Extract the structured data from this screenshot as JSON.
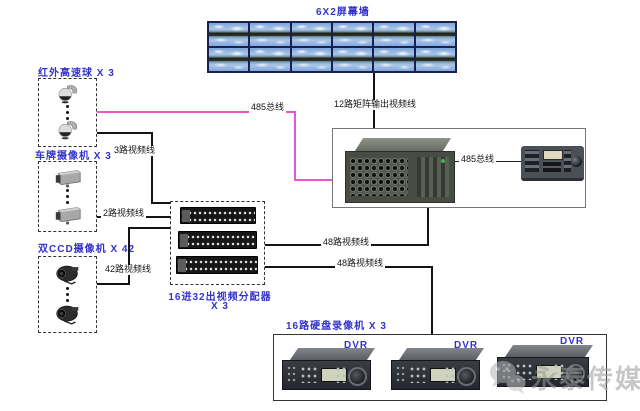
{
  "colors": {
    "label_blue": "#3333cc",
    "line_black": "#141414",
    "bus_magenta": "#ee55cc",
    "monitor_frame": "#1a2150",
    "watermark_gray": "#9a9a9a"
  },
  "screen_wall": {
    "title": "6X2屏幕墙",
    "rows": 2,
    "cols": 6
  },
  "cables": {
    "bus485_top": "485总线",
    "matrix_out": "12路矩阵输出视频线",
    "video3": "3路视频线",
    "video2": "2路视频线",
    "video42": "42路视频线",
    "video48_up": "48路视频线",
    "video48_down": "48路视频线",
    "bus485_right": "485总线"
  },
  "camera_groups": [
    {
      "label": "红外高速球 X 3",
      "icon": "dome-camera-icon"
    },
    {
      "label": "车牌摄像机 X 3",
      "icon": "box-camera-icon"
    },
    {
      "label": "双CCD摄像机 X 42",
      "icon": "ccd-camera-icon"
    }
  ],
  "distributor": {
    "title": "16进32出视频分配器",
    "count": "X 3"
  },
  "recorders": {
    "title": "16路硬盘录像机 X 3",
    "units": [
      {
        "label": "DVR"
      },
      {
        "label": "DVR"
      },
      {
        "label": "DVR"
      }
    ]
  },
  "watermark": {
    "text": "永泰传媒",
    "icon": "wechat-icon"
  }
}
